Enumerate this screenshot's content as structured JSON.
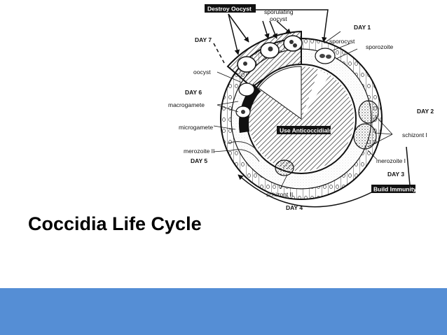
{
  "slide": {
    "title": "Coccidia Life Cycle",
    "footer_color": "#558ed5"
  },
  "diagram": {
    "day_labels": {
      "day1": "DAY 1",
      "day2": "DAY 2",
      "day3": "DAY 3",
      "day4": "DAY 4",
      "day5": "DAY 5",
      "day6": "DAY 6",
      "day7": "DAY 7"
    },
    "stage_labels": {
      "sporulating": "sporulating",
      "oocyst_top": "oocyst",
      "sporocyst": "sporocyst",
      "sporozoite": "sporozoite",
      "oocyst": "oocyst",
      "macrogamete": "macrogamete",
      "microgamete": "microgamete",
      "merozoite2": "merozoite II",
      "schizont1": "schizont I",
      "merozoite1": "merozoite I",
      "schizont2": "schizont II"
    },
    "boxes": {
      "destroy_oocyst": "Destroy Oocyst",
      "use_anticoccidials": "Use Anticoccidials",
      "build_immunity": "Build Immunity"
    }
  }
}
